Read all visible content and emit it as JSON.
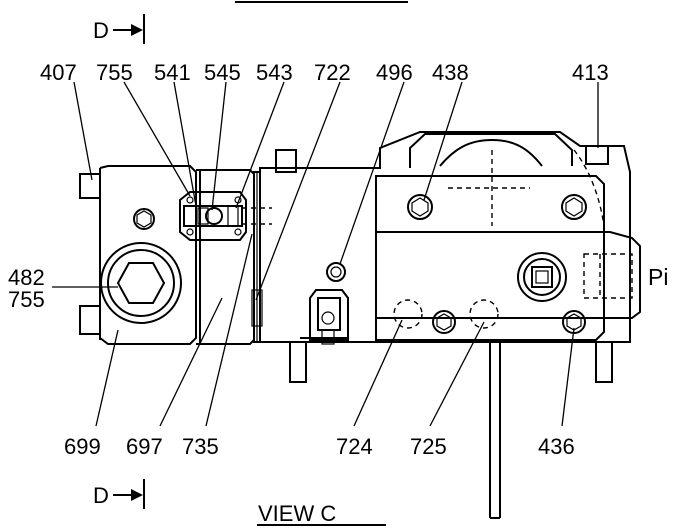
{
  "drawing": {
    "view_title": "VIEW  C",
    "section_marker_top": "D",
    "section_marker_bottom": "D",
    "port_label": "Pi",
    "top_labels": [
      "407",
      "755",
      "541",
      "545",
      "543",
      "722",
      "496",
      "438",
      "413"
    ],
    "left_labels": [
      "482",
      "755"
    ],
    "bottom_labels": [
      "699",
      "697",
      "735",
      "724",
      "725",
      "436"
    ]
  }
}
